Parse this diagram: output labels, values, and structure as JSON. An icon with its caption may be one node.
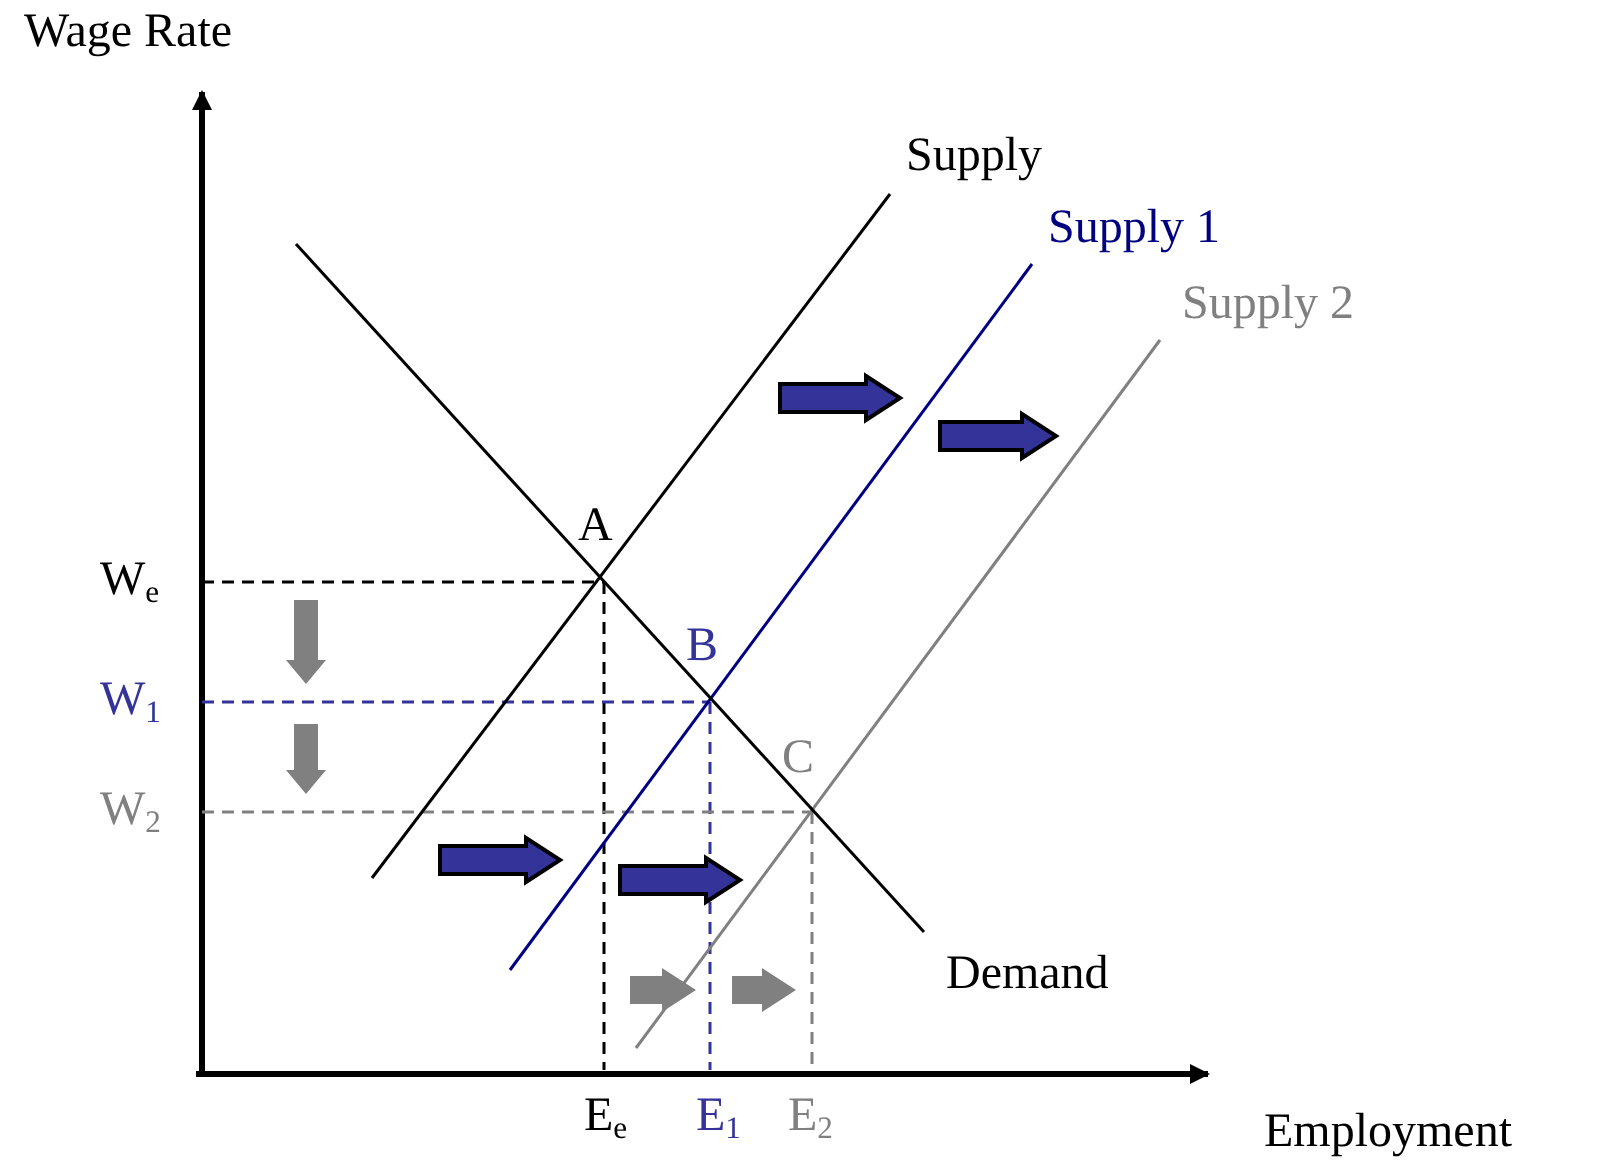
{
  "diagram": {
    "labels": [
      "Wage Rate",
      "Supply",
      "Supply 1",
      "Supply 2",
      "A",
      "W$_{e}$",
      "B",
      "W$_{1}$",
      "C",
      "W$_{2}$",
      "Demand",
      "E$_{e}$",
      "E$_{1}$",
      "E$_{2}$",
      "Employment"
    ]
  }
}
